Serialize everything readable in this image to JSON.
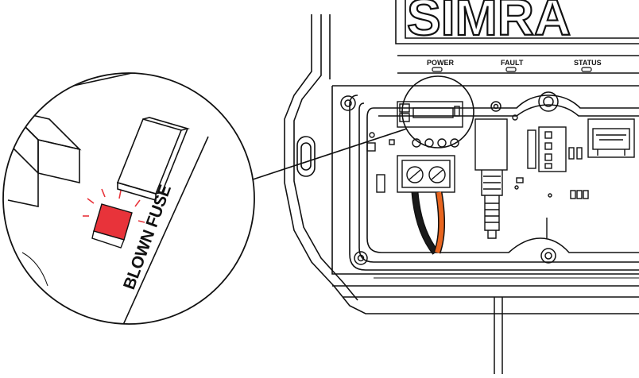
{
  "device": {
    "brand_text": "SIMRA",
    "leds": [
      {
        "label": "POWER"
      },
      {
        "label": "FAULT"
      },
      {
        "label": "STATUS"
      }
    ]
  },
  "callout": {
    "label": "BLOWN FUSE",
    "fuse_color": "#e8333a"
  },
  "colors": {
    "line": "#111111",
    "cable_black": "#1a1a1a",
    "cable_orange": "#e8651f"
  }
}
